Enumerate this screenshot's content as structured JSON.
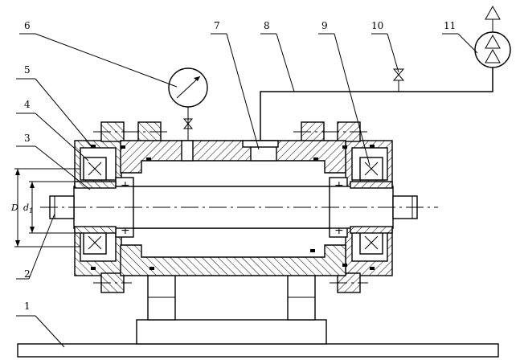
{
  "callouts": [
    "1",
    "2",
    "3",
    "4",
    "5",
    "6",
    "7",
    "8",
    "9",
    "10",
    "11"
  ],
  "dimensions": {
    "outer_diameter": "D",
    "inner_diameter": "d",
    "inner_subscript": "1"
  },
  "icons": {
    "gauge": "pressure-gauge-icon",
    "valve": "needle-valve-icon",
    "pump": "hydraulic-pump-icon"
  }
}
